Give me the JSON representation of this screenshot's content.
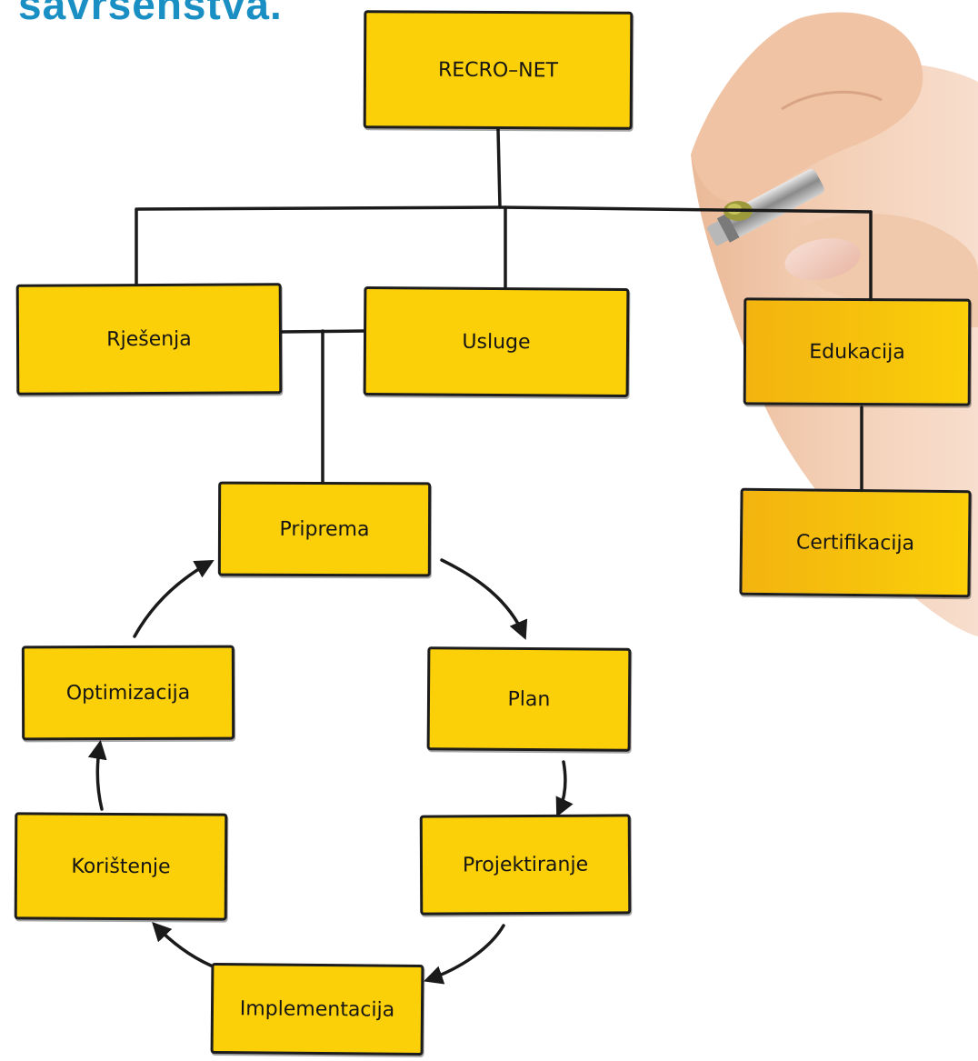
{
  "heading": "savršenstva.",
  "nodes": {
    "root": "RECRO–NET",
    "rjesenja": "Rješenja",
    "usluge": "Usluge",
    "edukacija": "Edukacija",
    "certifikacija": "Certifikacija",
    "priprema": "Priprema",
    "plan": "Plan",
    "projektiranje": "Projektiranje",
    "implementacija": "Implementacija",
    "koristenje": "Korištenje",
    "optimizacija": "Optimizacija"
  },
  "edges": [
    {
      "from": "RECRO–NET",
      "to": "Rješenja",
      "type": "line"
    },
    {
      "from": "RECRO–NET",
      "to": "Usluge",
      "type": "line"
    },
    {
      "from": "RECRO–NET",
      "to": "Edukacija",
      "type": "line"
    },
    {
      "from": "Edukacija",
      "to": "Certifikacija",
      "type": "line"
    },
    {
      "from": "Rješenja",
      "to": "Priprema",
      "type": "line"
    },
    {
      "from": "Usluge",
      "to": "Priprema",
      "type": "line"
    },
    {
      "from": "Priprema",
      "to": "Plan",
      "type": "arrow"
    },
    {
      "from": "Plan",
      "to": "Projektiranje",
      "type": "arrow"
    },
    {
      "from": "Projektiranje",
      "to": "Implementacija",
      "type": "arrow"
    },
    {
      "from": "Implementacija",
      "to": "Korištenje",
      "type": "arrow"
    },
    {
      "from": "Korištenje",
      "to": "Optimizacija",
      "type": "arrow"
    },
    {
      "from": "Optimizacija",
      "to": "Priprema",
      "type": "arrow"
    }
  ],
  "colors": {
    "box_fill": "#fcd008",
    "box_border": "#1c1c1c",
    "heading": "#1a8fc4",
    "skin": "#f1c7aa"
  },
  "decoration": "hand-holding-marker"
}
